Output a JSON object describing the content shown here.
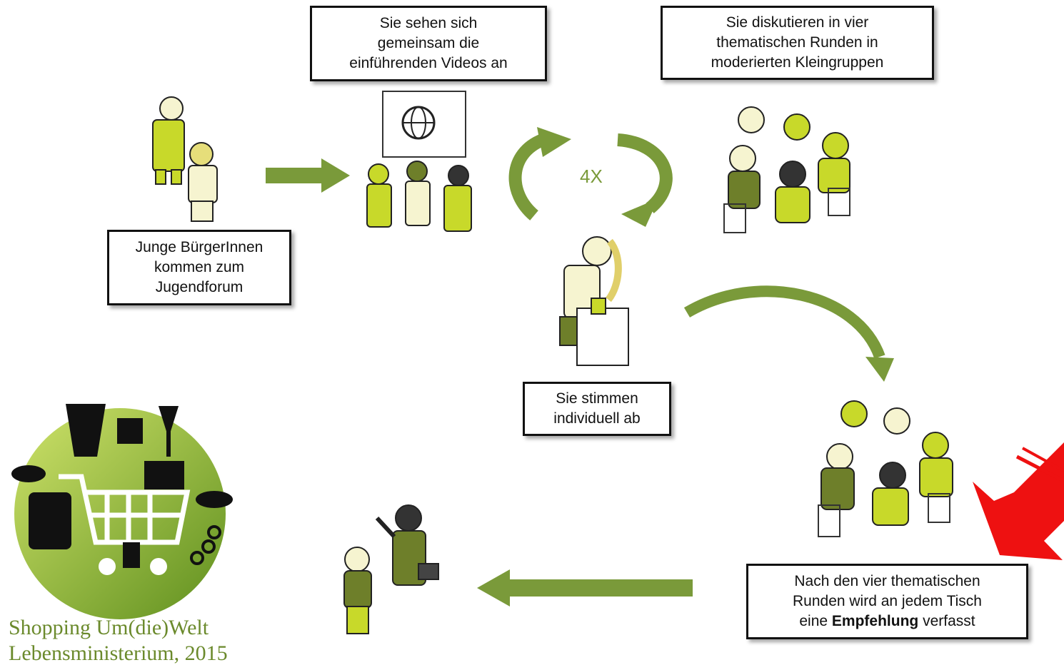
{
  "boxes": {
    "arrive": {
      "lines": [
        "Junge BürgerInnen",
        "kommen zum",
        "Jugendforum"
      ]
    },
    "videos": {
      "lines": [
        "Sie sehen sich",
        "gemeinsam die",
        "einführenden  Videos an"
      ]
    },
    "discuss": {
      "lines": [
        "Sie diskutieren in vier",
        "thematischen Runden in",
        "moderierten Kleingruppen"
      ]
    },
    "vote": {
      "lines": [
        "Sie stimmen",
        "individuell ab"
      ]
    },
    "recommend": {
      "line1": "Nach den vier thematischen",
      "line2": "Runden wird an jedem Tisch",
      "line3_pre": "eine ",
      "line3_bold": "Empfehlung",
      "line3_post": " verfasst"
    }
  },
  "cycle_label": "4X",
  "credit": {
    "line1": "Shopping Um(die)Welt",
    "line2": "Lebensministerium, 2015"
  },
  "colors": {
    "arrow_green": "#7a9a3a",
    "figure_lime": "#c8d92a",
    "figure_olive": "#6e7f2a",
    "highlight_red": "#ee1111",
    "logo_green": "#a8c83c"
  }
}
